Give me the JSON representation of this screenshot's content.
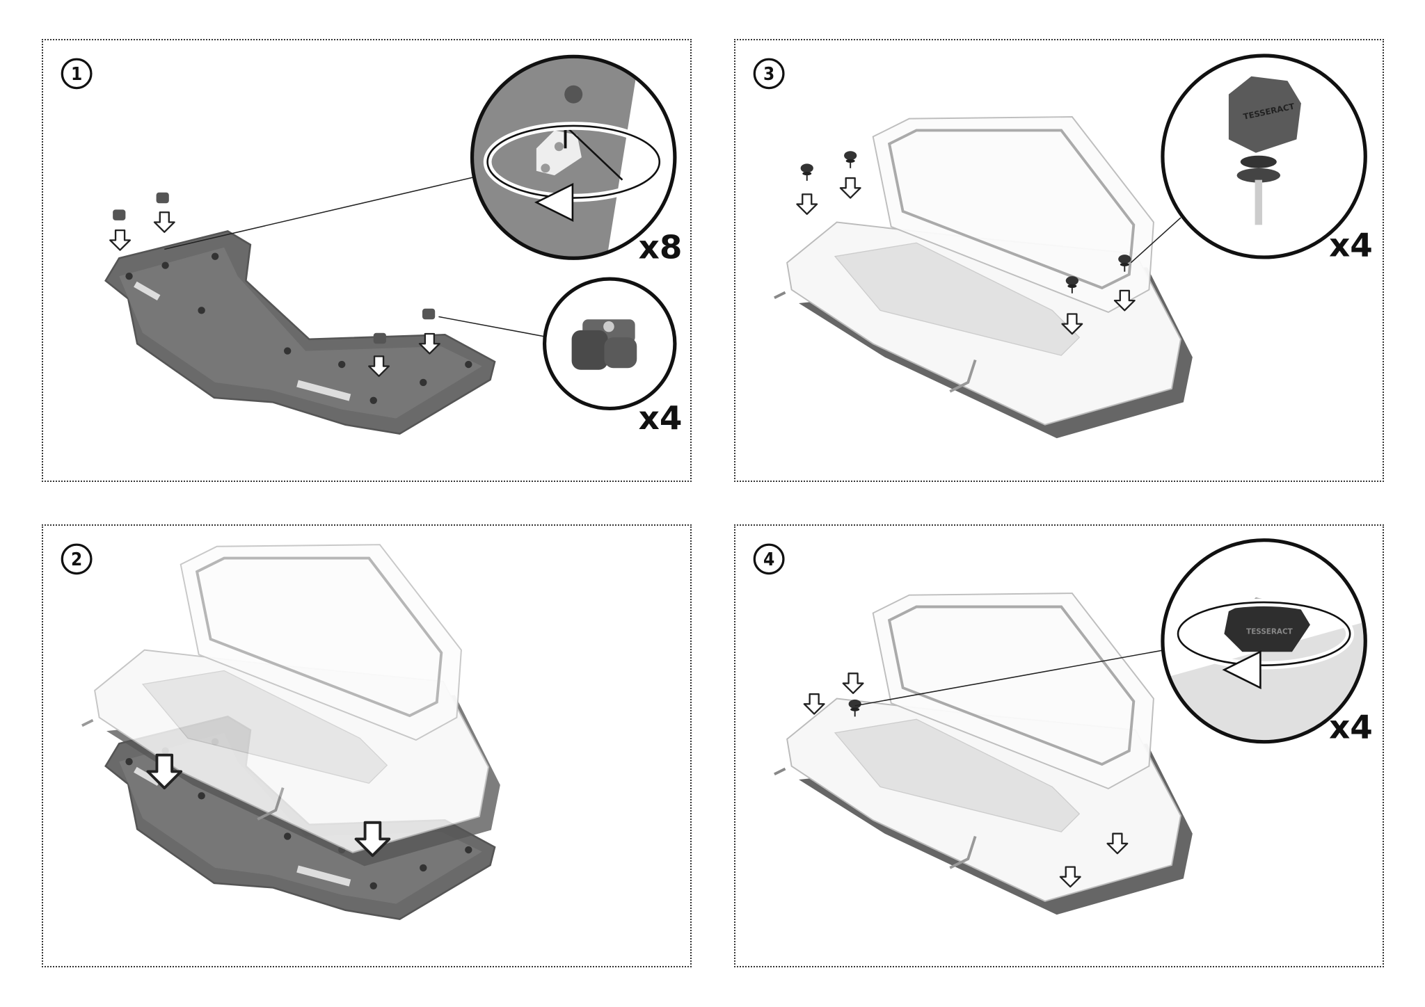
{
  "document": {
    "steps": [
      {
        "number": "1",
        "quantities": [
          "x8",
          "x4"
        ]
      },
      {
        "number": "3",
        "quantities": [
          "x4"
        ],
        "logo_text": "TESSERACT"
      },
      {
        "number": "2",
        "quantities": []
      },
      {
        "number": "4",
        "quantities": [
          "x4"
        ],
        "logo_text": "TESSERACT"
      }
    ]
  },
  "colors": {
    "plate": "#6a6a6a",
    "border": "#333333",
    "case": "#f4f4f4",
    "knob": "#3a3a3a"
  }
}
